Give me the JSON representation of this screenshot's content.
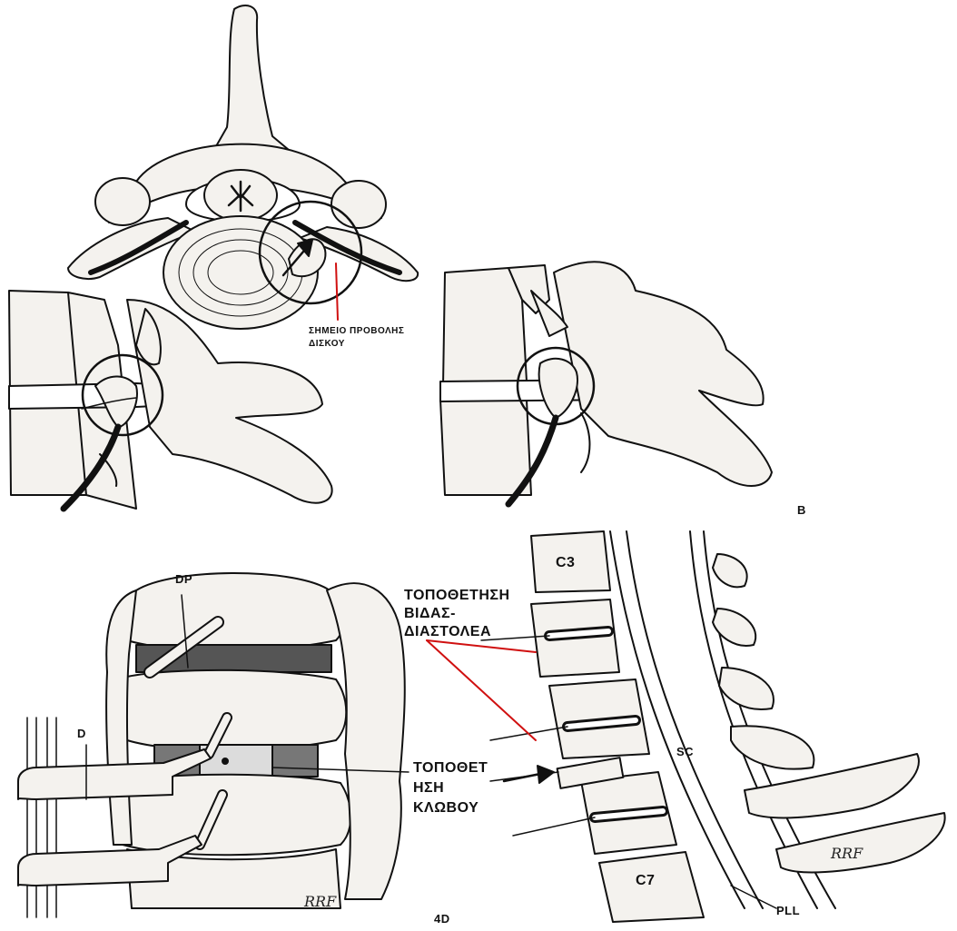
{
  "labels": {
    "disc_protrusion_point": [
      "ΣΗΜΕΙΟ ΠΡΟΒΟΛΗΣ",
      "ΔΙΣΚΟΥ"
    ],
    "panel_b": "B",
    "dp": "DP",
    "d1": "D",
    "screw_distractor": [
      "ΤΟΠΟΘΕΤΗΣΗ",
      "ΒΙΔΑΣ-",
      "ΔΙΑΣΤΟΛΕΑ"
    ],
    "cage_placement": [
      "ΤΟΠΟΘΕΤ",
      "ΗΣΗ",
      "ΚΛΩΒΟΥ"
    ],
    "c3": "C3",
    "c7": "C7",
    "sc": "SC",
    "pll": "PLL",
    "panel_4d": "4D",
    "signature_1": "RRF",
    "signature_2": "RRF"
  },
  "colors": {
    "ink": "#111111",
    "bone_fill": "#f4f2ee",
    "callout_red": "#d01010"
  }
}
